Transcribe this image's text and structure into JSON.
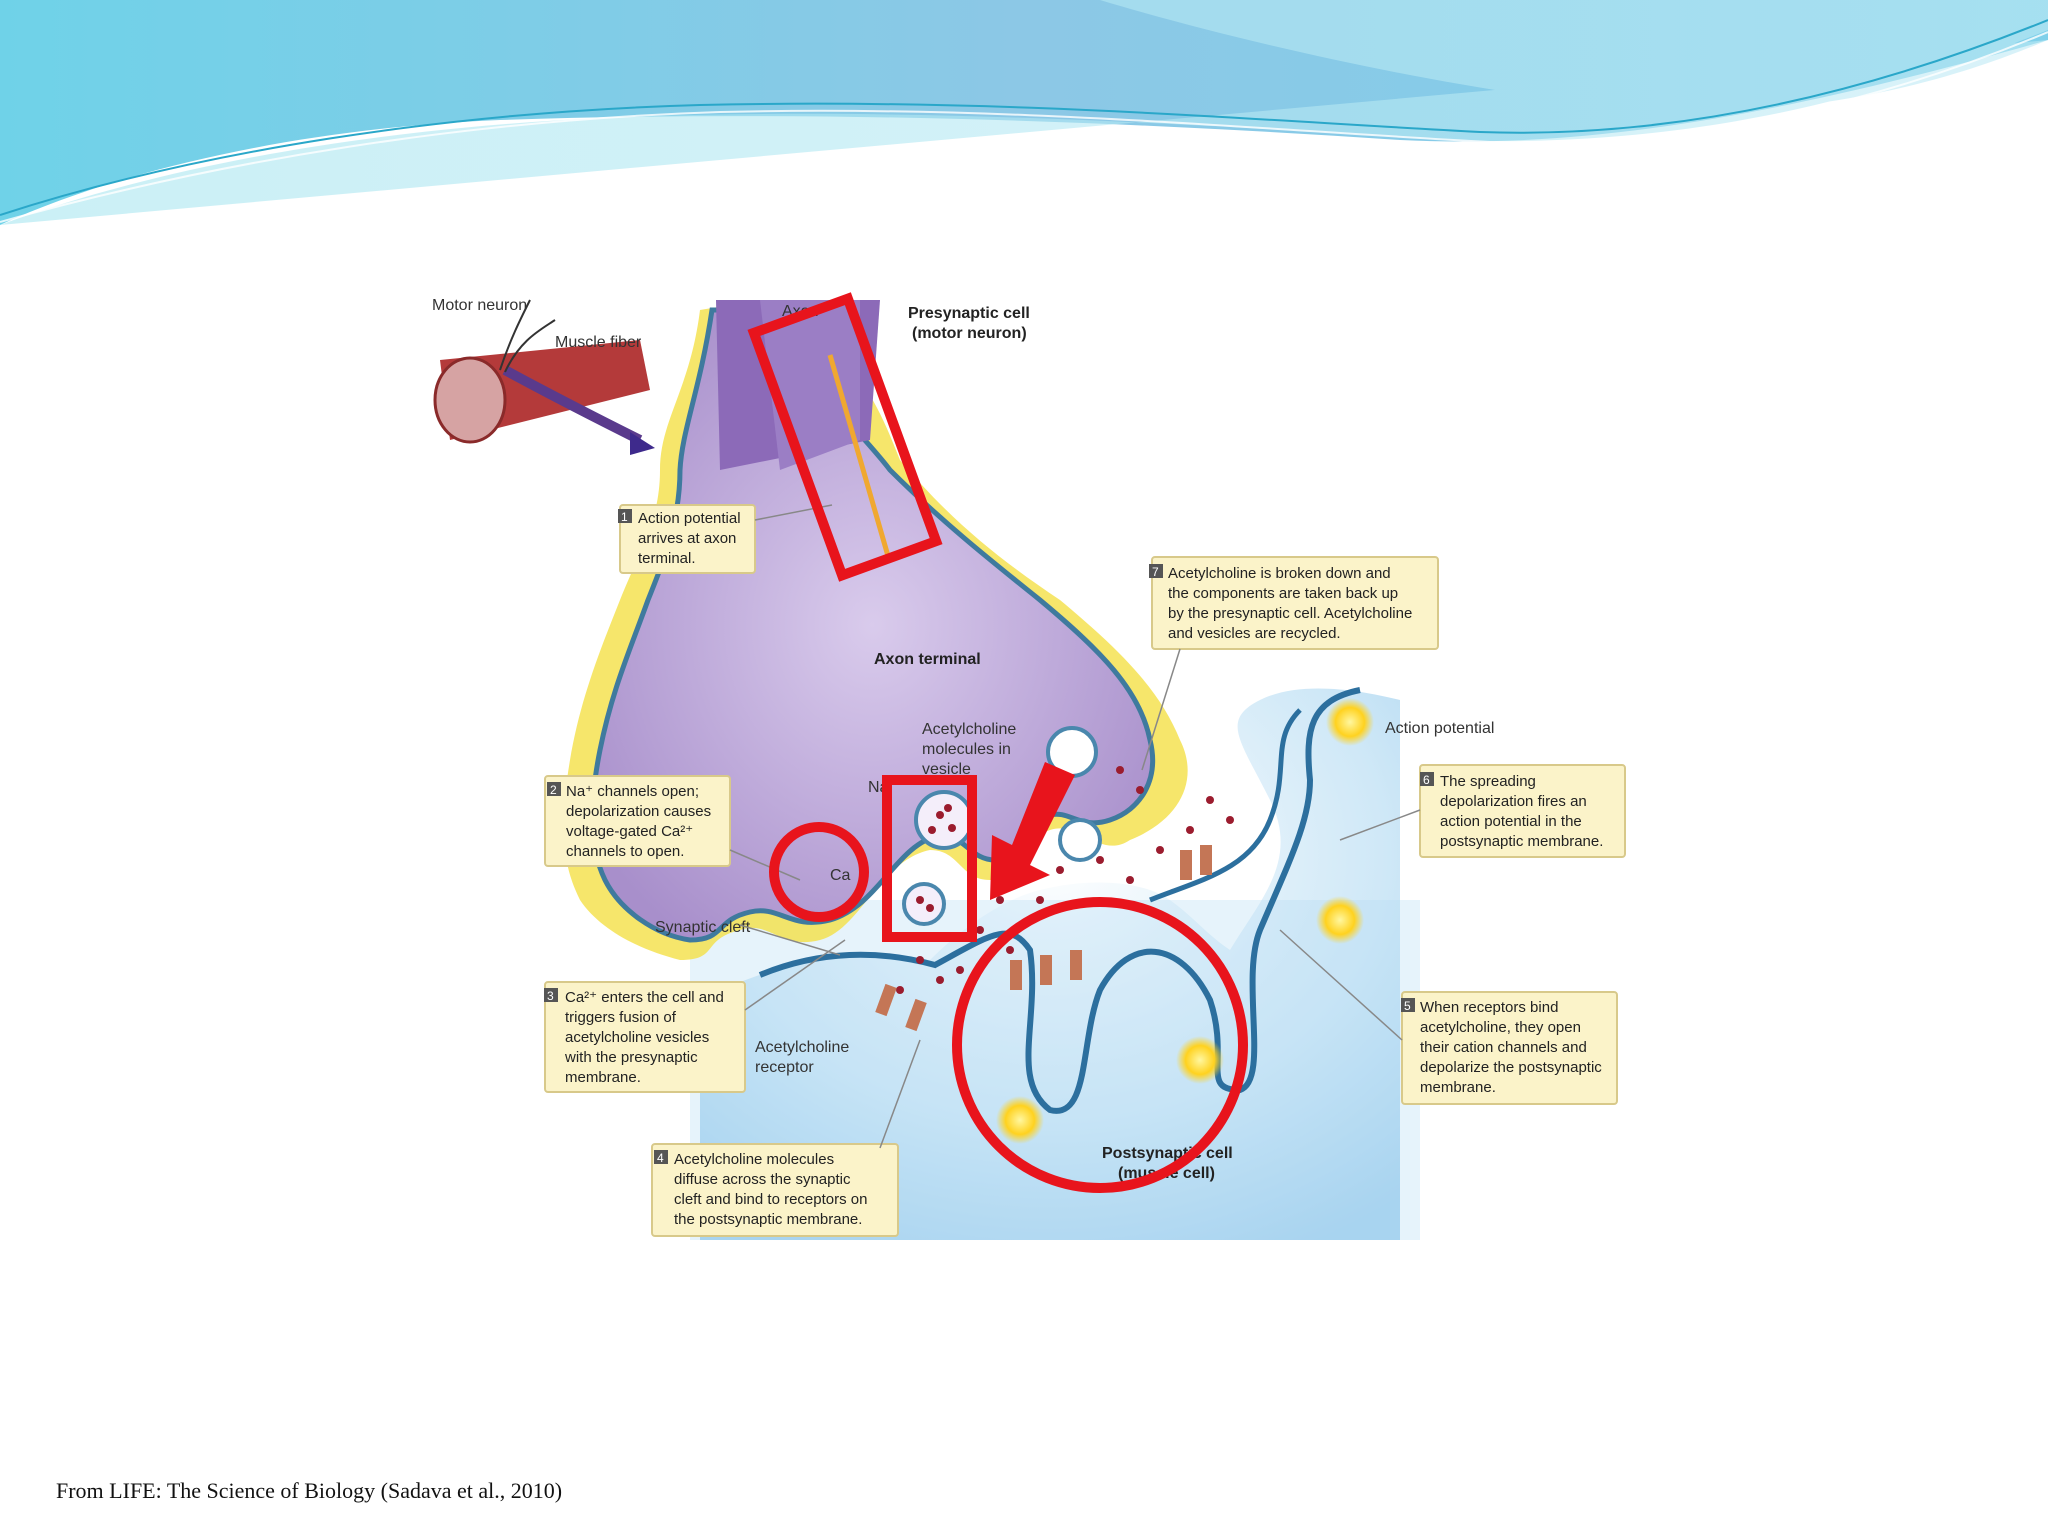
{
  "labels": {
    "motor_neuron": "Motor neuron",
    "muscle_fiber": "Muscle fiber",
    "axon": "Axon",
    "presynaptic_1": "Presynaptic cell",
    "presynaptic_2": "(motor neuron)",
    "axon_terminal": "Axon terminal",
    "ach_vesicle_1": "Acetylcholine",
    "ach_vesicle_2": "molecules in",
    "ach_vesicle_3": "vesicle",
    "ca": "Ca",
    "na": "Na",
    "synaptic_cleft": "Synaptic cleft",
    "ach_receptor_1": "Acetylcholine",
    "ach_receptor_2": "receptor",
    "action_potential": "Action potential",
    "postsynaptic_1": "Postsynaptic cell",
    "postsynaptic_2": "(muscle cell)"
  },
  "steps": [
    {
      "num": "1",
      "lines": [
        "Action potential",
        "arrives at axon",
        "terminal."
      ]
    },
    {
      "num": "2",
      "lines": [
        "Na⁺ channels open;",
        "depolarization causes",
        "voltage-gated Ca²⁺",
        "channels to open."
      ]
    },
    {
      "num": "3",
      "lines": [
        "Ca²⁺ enters the cell and",
        "triggers fusion of",
        "acetylcholine vesicles",
        "with the presynaptic",
        "membrane."
      ]
    },
    {
      "num": "4",
      "lines": [
        "Acetylcholine molecules",
        "diffuse across the synaptic",
        "cleft and bind to receptors on",
        "the postsynaptic membrane."
      ]
    },
    {
      "num": "5",
      "lines": [
        "When receptors bind",
        "acetylcholine, they open",
        "their cation channels and",
        "depolarize the postsynaptic",
        "membrane."
      ]
    },
    {
      "num": "6",
      "lines": [
        "The spreading",
        "depolarization fires an",
        "action potential in the",
        "postsynaptic membrane."
      ]
    },
    {
      "num": "7",
      "lines": [
        "Acetylcholine is broken down and",
        "the components are taken back up",
        "by the presynaptic cell. Acetylcholine",
        "and vesicles are recycled."
      ]
    }
  ],
  "footer": "From LIFE: The Science of Biology (Sadava et al., 2010)",
  "colors": {
    "highlight": "#e8141c",
    "note_fill": "#fbf3c9",
    "note_stroke": "#d8c98a",
    "neuron": "#b9a2d6",
    "muscle": "#a9d3ee"
  }
}
